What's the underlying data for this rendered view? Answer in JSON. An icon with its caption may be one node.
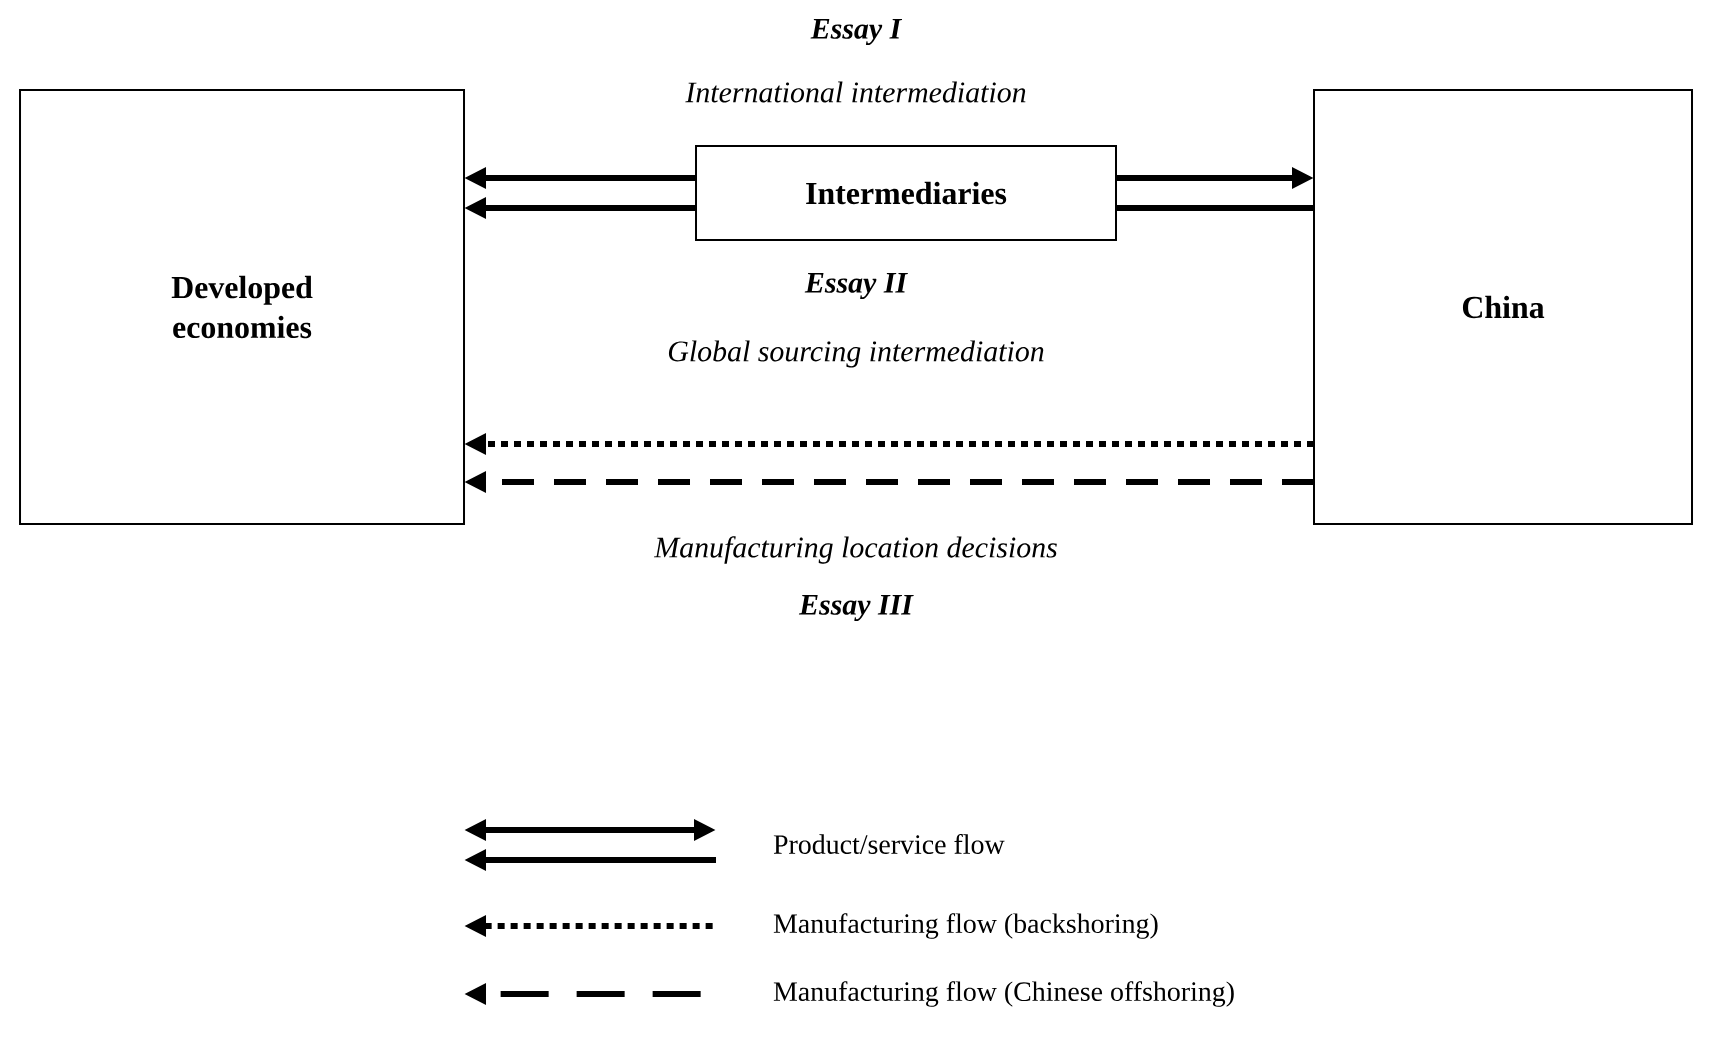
{
  "diagram": {
    "nodes": [
      {
        "text": [
          "Developed economies"
        ]
      },
      {
        "text": [
          "Intermediaries"
        ]
      },
      {
        "text": [
          "China"
        ]
      }
    ],
    "edges": [
      {
        "from": 1,
        "to": 0,
        "arrow": "to"
      },
      {
        "from": 1,
        "to": 2,
        "arrow": "to"
      },
      {
        "from": 1,
        "to": 0,
        "arrow": "to"
      },
      {
        "from": 2,
        "to": 1,
        "arrow": "none"
      },
      {
        "from": 2,
        "to": 0,
        "arrow": "to",
        "style": "dashed"
      },
      {
        "from": 2,
        "to": 0,
        "arrow": "to",
        "style": "dashed"
      }
    ],
    "labels": [
      "Essay I",
      "International intermediation",
      "Essay II",
      "Global sourcing intermediation",
      "Manufacturing location decisions",
      "Essay III"
    ],
    "legend": [
      {
        "text": "Product/service flow"
      },
      {
        "text": "Manufacturing flow (backshoring)"
      },
      {
        "text": "Manufacturing flow (Chinese offshoring)"
      }
    ]
  }
}
